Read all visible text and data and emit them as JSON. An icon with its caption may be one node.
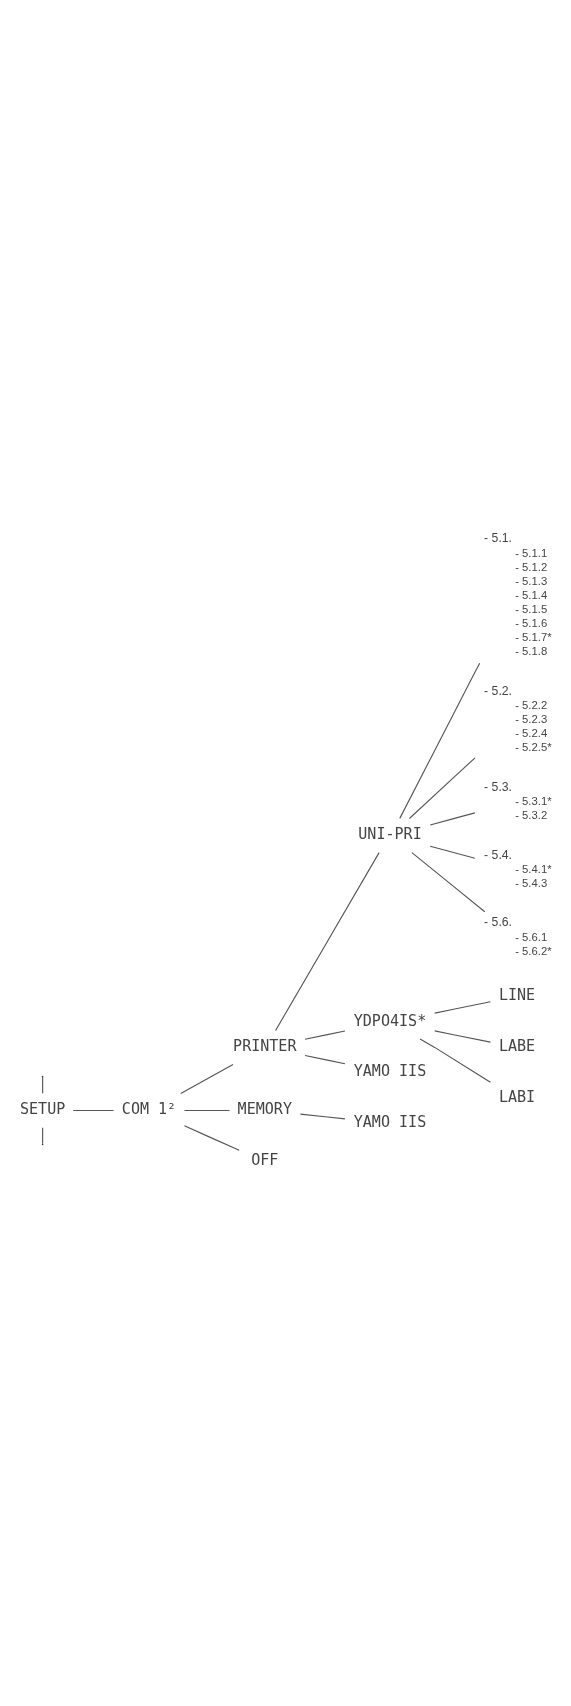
{
  "diagram": {
    "nodes": [
      {
        "text": [
          "SETUP"
        ]
      },
      {
        "text": [
          "COM 1²"
        ]
      },
      {
        "text": [
          "PRINTER"
        ]
      },
      {
        "text": [
          "UNI-PRI"
        ]
      },
      {
        "text": [
          "- 5.1."
        ],
        "beside": [
          "- 5.1.1",
          "- 5.1.2",
          "- 5.1.3",
          "- 5.1.4",
          "- 5.1.5",
          "- 5.1.6",
          "- 5.1.7*",
          "- 5.1.8"
        ]
      },
      {
        "text": [
          "- 5.2."
        ],
        "beside": [
          "- 5.2.2",
          "- 5.2.3",
          "- 5.2.4",
          "- 5.2.5*"
        ]
      },
      {
        "text": [
          "- 5.3."
        ],
        "beside": [
          "- 5.3.1*",
          "- 5.3.2"
        ]
      },
      {
        "text": [
          "- 5.4."
        ],
        "beside": [
          "- 5.4.1*",
          "- 5.4.3"
        ]
      },
      {
        "text": [
          "- 5.6."
        ],
        "beside": [
          "- 5.6.1",
          "- 5.6.2*"
        ]
      },
      {
        "text": [
          "YDPO4IS*"
        ]
      },
      {
        "text": [
          "LINE"
        ]
      },
      {
        "text": [
          "LABE"
        ]
      },
      {
        "text": [
          "LABI"
        ]
      },
      {
        "text": [
          "YAMO IIS"
        ]
      },
      {
        "text": [
          "MEMORY"
        ]
      },
      {
        "text": [
          "YAMO IIS"
        ]
      },
      {
        "text": [
          "OFF"
        ]
      }
    ],
    "edges": [
      {
        "from": null,
        "to": 0,
        "arrow": "none"
      },
      {
        "from": 0,
        "to": null,
        "arrow": "none"
      },
      {
        "from": 0,
        "to": 1,
        "arrow": "none"
      },
      {
        "from": 1,
        "to": 2,
        "arrow": "none"
      },
      {
        "from": 2,
        "to": 3,
        "arrow": "none"
      },
      {
        "from": 3,
        "to": 4,
        "arrow": "none"
      },
      {
        "from": 3,
        "to": 5,
        "arrow": "none"
      },
      {
        "from": 3,
        "to": 6,
        "arrow": "none"
      },
      {
        "from": 3,
        "to": 7,
        "arrow": "none"
      },
      {
        "from": 3,
        "to": 8,
        "arrow": "none"
      },
      {
        "from": 2,
        "to": 9,
        "arrow": "none"
      },
      {
        "from": 9,
        "to": 10,
        "arrow": "none"
      },
      {
        "from": 9,
        "to": 11,
        "arrow": "none"
      },
      {
        "from": 9,
        "to": 12,
        "arrow": "none"
      },
      {
        "from": 2,
        "to": 13,
        "arrow": "none"
      },
      {
        "from": 1,
        "to": 14,
        "arrow": "none"
      },
      {
        "from": 14,
        "to": 15,
        "arrow": "none"
      },
      {
        "from": 1,
        "to": 16,
        "arrow": "none"
      }
    ]
  }
}
